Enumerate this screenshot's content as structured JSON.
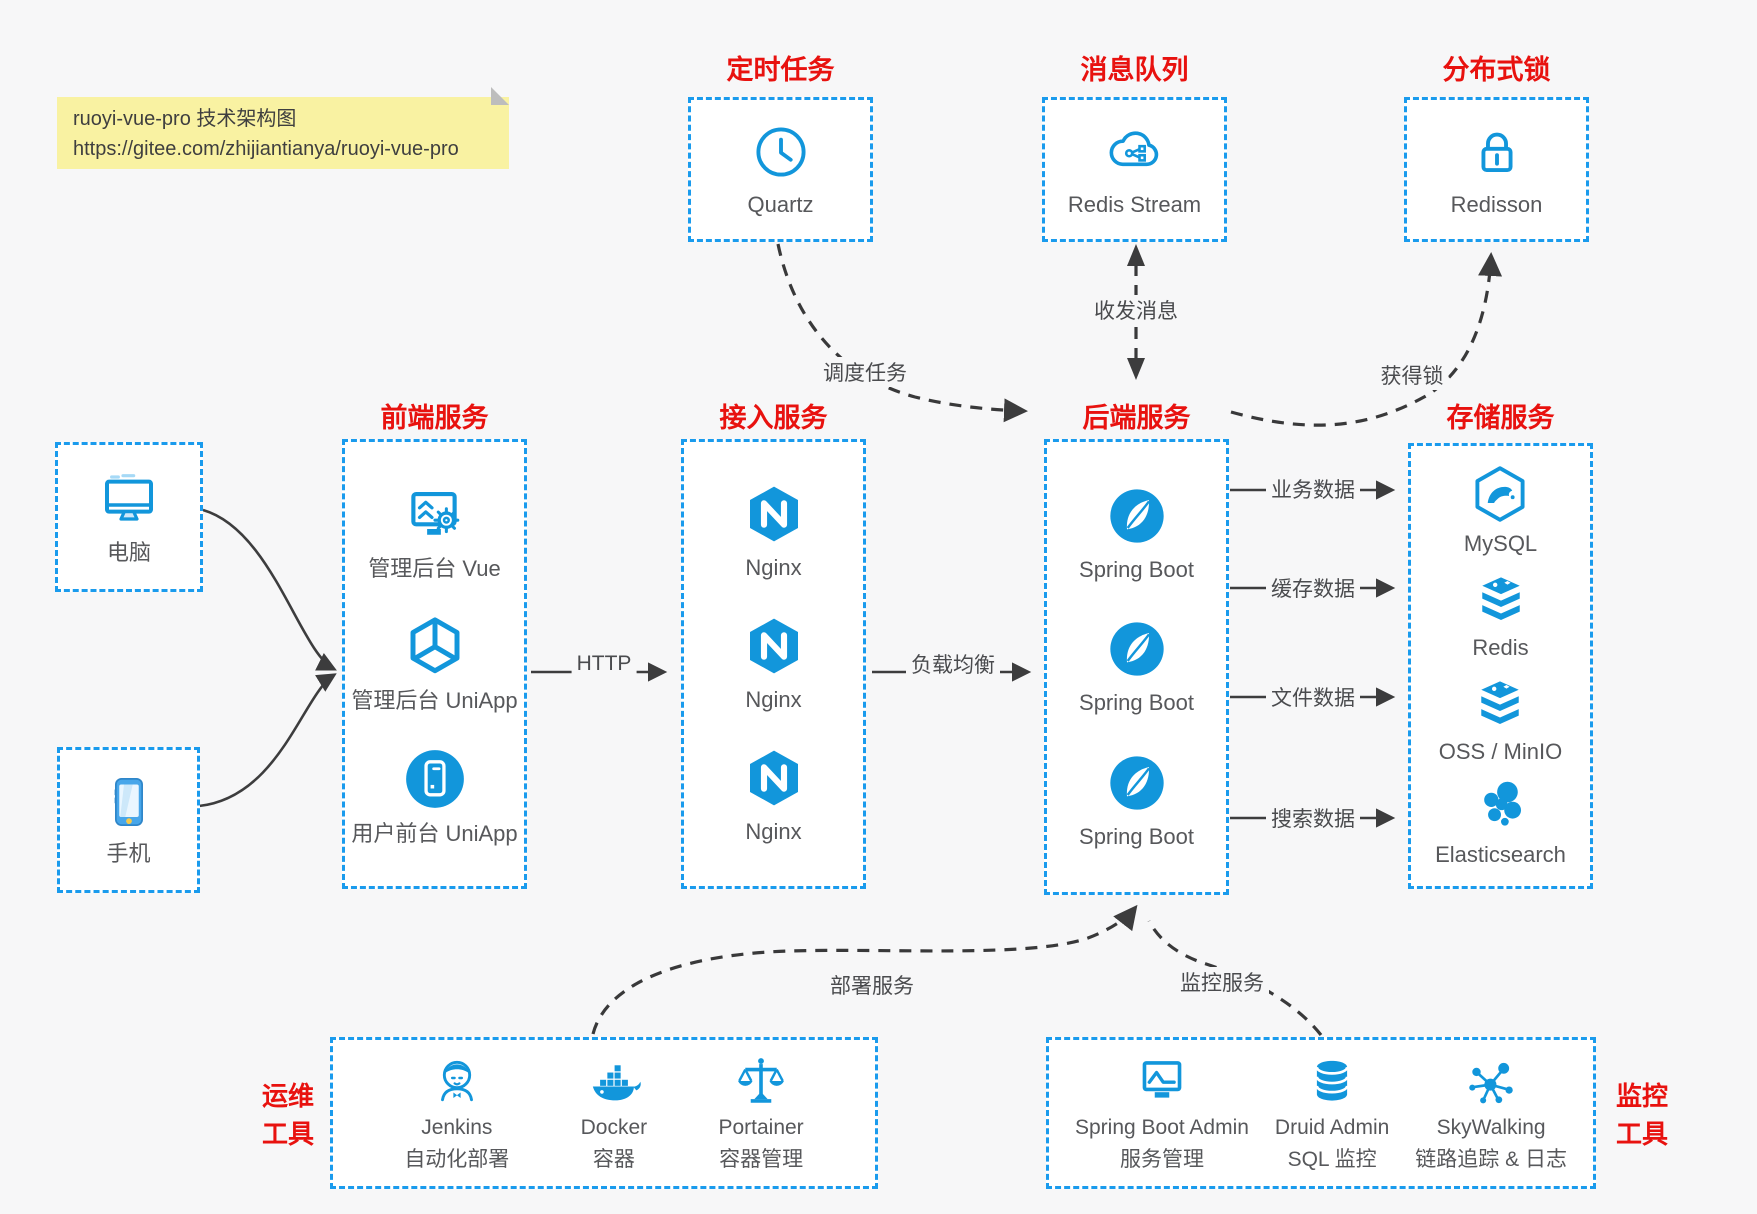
{
  "note": {
    "line1": "ruoyi-vue-pro 技术架构图",
    "line2": "https://gitee.com/zhijiantianya/ruoyi-vue-pro"
  },
  "colors": {
    "icon_blue": "#1296db",
    "border_blue": "#1a9bed",
    "title_red": "#e8120f",
    "line_dark": "#3c3c3d",
    "note_bg": "#f9f2a2",
    "page_bg": "#f7f7f8"
  },
  "top": {
    "scheduled_task": {
      "title": "定时任务",
      "item": {
        "icon": "clock-icon",
        "label": "Quartz"
      }
    },
    "message_queue": {
      "title": "消息队列",
      "item": {
        "icon": "cloud-stream-icon",
        "label": "Redis Stream"
      }
    },
    "distributed_lock": {
      "title": "分布式锁",
      "item": {
        "icon": "lock-icon",
        "label": "Redisson"
      }
    }
  },
  "clients": {
    "computer": {
      "icon": "desktop-icon",
      "label": "电脑"
    },
    "phone": {
      "icon": "smartphone-icon",
      "label": "手机"
    }
  },
  "frontend": {
    "title": "前端服务",
    "items": [
      {
        "icon": "admin-vue-icon",
        "label": "管理后台 Vue"
      },
      {
        "icon": "uniapp-cube-icon",
        "label": "管理后台 UniApp"
      },
      {
        "icon": "mobile-app-icon",
        "label": "用户前台 UniApp"
      }
    ]
  },
  "gateway": {
    "title": "接入服务",
    "items": [
      {
        "icon": "nginx-icon",
        "label": "Nginx"
      },
      {
        "icon": "nginx-icon",
        "label": "Nginx"
      },
      {
        "icon": "nginx-icon",
        "label": "Nginx"
      }
    ]
  },
  "backend": {
    "title": "后端服务",
    "items": [
      {
        "icon": "springboot-icon",
        "label": "Spring Boot"
      },
      {
        "icon": "springboot-icon",
        "label": "Spring Boot"
      },
      {
        "icon": "springboot-icon",
        "label": "Spring Boot"
      }
    ]
  },
  "storage": {
    "title": "存储服务",
    "items": [
      {
        "icon": "mysql-icon",
        "label": "MySQL"
      },
      {
        "icon": "redis-icon",
        "label": "Redis"
      },
      {
        "icon": "oss-icon",
        "label": "OSS / MinIO"
      },
      {
        "icon": "elasticsearch-icon",
        "label": "Elasticsearch"
      }
    ]
  },
  "devops": {
    "side_line1": "运维",
    "side_line2": "工具",
    "items": [
      {
        "icon": "jenkins-icon",
        "name": "Jenkins",
        "desc": "自动化部署"
      },
      {
        "icon": "docker-icon",
        "name": "Docker",
        "desc": "容器"
      },
      {
        "icon": "portainer-icon",
        "name": "Portainer",
        "desc": "容器管理"
      }
    ]
  },
  "monitoring": {
    "side_line1": "监控",
    "side_line2": "工具",
    "items": [
      {
        "icon": "springboot-admin-icon",
        "name": "Spring Boot Admin",
        "desc": "服务管理"
      },
      {
        "icon": "druid-icon",
        "name": "Druid Admin",
        "desc": "SQL 监控"
      },
      {
        "icon": "skywalking-icon",
        "name": "SkyWalking",
        "desc": "链路追踪 & 日志"
      }
    ]
  },
  "edges": {
    "http": "HTTP",
    "load_balance": "负载均衡",
    "business_data": "业务数据",
    "cache_data": "缓存数据",
    "file_data": "文件数据",
    "search_data": "搜索数据",
    "dispatch_task": "调度任务",
    "send_receive_message": "收发消息",
    "acquire_lock": "获得锁",
    "deploy_service": "部署服务",
    "monitor_service": "监控服务"
  }
}
